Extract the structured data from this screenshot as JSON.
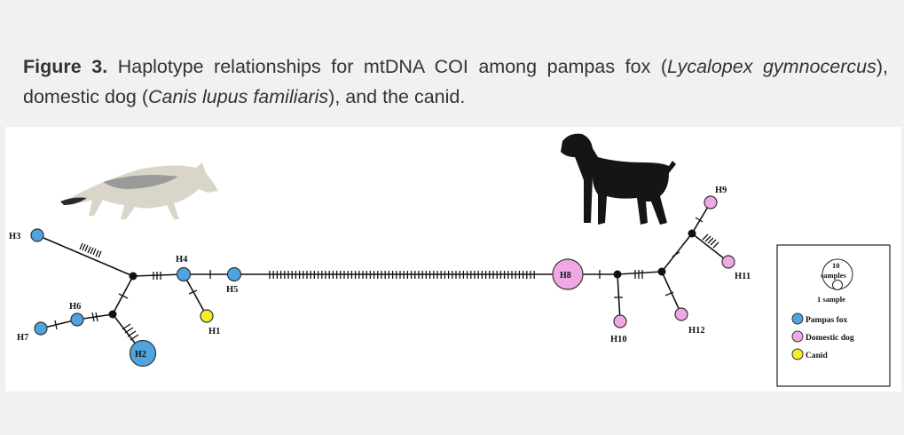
{
  "caption": {
    "label": "Figure 3.",
    "text_1": " Haplotype relationships for mtDNA COI among pampas fox (",
    "species_1": "Lycalopex gymnocercus",
    "text_2": "), domestic dog (",
    "species_2": "Canis lupus familiaris",
    "text_3": "), and the canid."
  },
  "network": {
    "haplotypes": [
      {
        "id": "H1",
        "label": "H1",
        "group": "Canid"
      },
      {
        "id": "H2",
        "label": "H2",
        "group": "Pampas fox"
      },
      {
        "id": "H3",
        "label": "H3",
        "group": "Pampas fox"
      },
      {
        "id": "H4",
        "label": "H4",
        "group": "Pampas fox"
      },
      {
        "id": "H5",
        "label": "H5",
        "group": "Pampas fox"
      },
      {
        "id": "H6",
        "label": "H6",
        "group": "Pampas fox"
      },
      {
        "id": "H7",
        "label": "H7",
        "group": "Pampas fox"
      },
      {
        "id": "H8",
        "label": "H8",
        "group": "Domestic dog"
      },
      {
        "id": "H9",
        "label": "H9",
        "group": "Domestic dog"
      },
      {
        "id": "H10",
        "label": "H10",
        "group": "Domestic dog"
      },
      {
        "id": "H11",
        "label": "H11",
        "group": "Domestic dog"
      },
      {
        "id": "H12",
        "label": "H12",
        "group": "Domestic dog"
      }
    ]
  },
  "legend": {
    "size_large": "10",
    "size_large_unit": "samples",
    "size_small": "1 sample",
    "items": [
      {
        "label": "Pampas fox",
        "color": "#4ea3e0"
      },
      {
        "label": "Domestic dog",
        "color": "#f0a8e4"
      },
      {
        "label": "Canid",
        "color": "#f5ec2a"
      }
    ]
  },
  "colors": {
    "pampas_fox": "#4ea3e0",
    "domestic_dog": "#f0a8e4",
    "canid": "#f5ec2a"
  },
  "icons": [
    "fox-silhouette",
    "dog-silhouette"
  ]
}
